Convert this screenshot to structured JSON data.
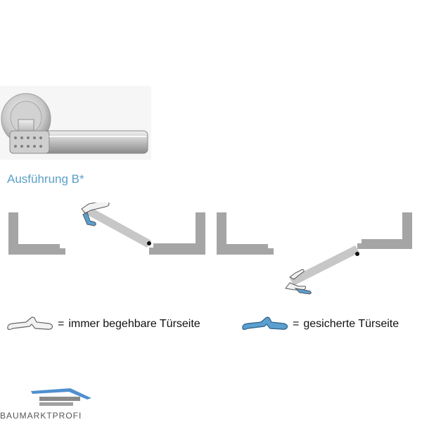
{
  "variant_title": "Ausführung B*",
  "legend": {
    "open_side": {
      "sign": "=",
      "label": "immer begehbare Türseite"
    },
    "secured_side": {
      "sign": "=",
      "label": "gesicherte Türseite"
    }
  },
  "colors": {
    "title": "#5a9fc8",
    "wall": "#a5a5a5",
    "door_leaf": "#c7c7c7",
    "handle_open": "#f2f2f2",
    "handle_secured": "#5a9fd0",
    "outline": "#555555"
  },
  "brand": {
    "name": "BAUMARKTPROFI"
  }
}
